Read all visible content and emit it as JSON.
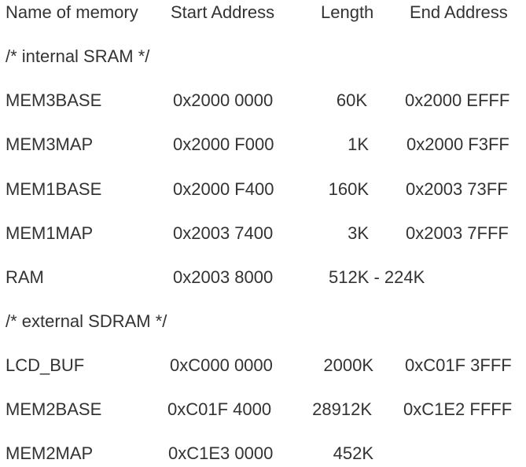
{
  "header": {
    "name": "Name of memory",
    "start": "Start Address",
    "length": "Length",
    "end": "End Address"
  },
  "sections": {
    "internal": "/* internal SRAM */",
    "external": "/* external SDRAM */"
  },
  "rows": [
    {
      "name": "MEM3BASE",
      "start": "0x2000 0000",
      "length": "60K",
      "end": "0x2000 EFFF"
    },
    {
      "name": "MEM3MAP",
      "start": "0x2000 F000",
      "length": "1K",
      "end": "0x2000 F3FF"
    },
    {
      "name": "MEM1BASE",
      "start": "0x2000 F400",
      "length": "160K",
      "end": "0x2003 73FF"
    },
    {
      "name": "MEM1MAP",
      "start": "0x2003 7400",
      "length": "3K",
      "end": "0x2003 7FFF"
    },
    {
      "name": "RAM",
      "start": "0x2003 8000",
      "length": "512K - 224K",
      "end": ""
    },
    {
      "name": "LCD_BUF",
      "start": "0xC000 0000",
      "length": "2000K",
      "end": "0xC01F 3FFF"
    },
    {
      "name": "MEM2BASE",
      "start": "0xC01F 4000",
      "length": "28912K",
      "end": "0xC1E2 FFFF"
    },
    {
      "name": "MEM2MAP",
      "start": "0xC1E3 0000",
      "length": "452K",
      "end": ""
    }
  ]
}
